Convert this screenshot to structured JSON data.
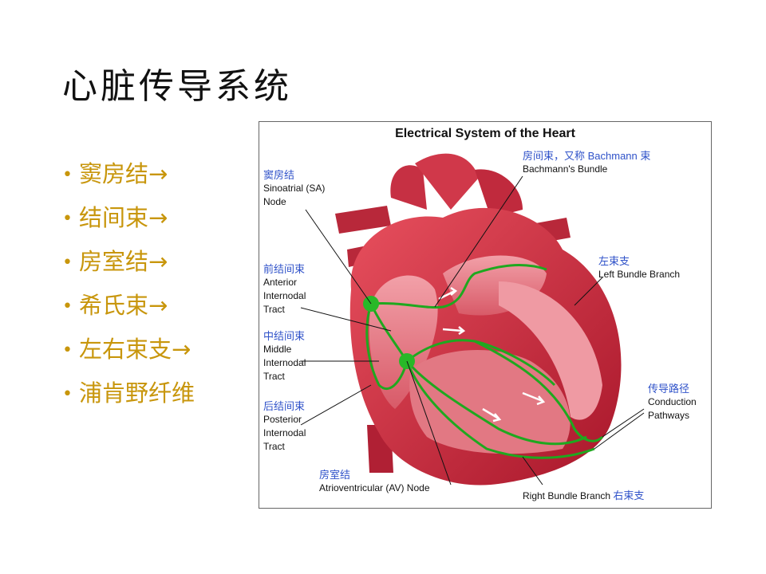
{
  "title": "心脏传导系统",
  "bullets": [
    "窦房结→",
    "结间束→",
    "房室结→",
    "希氏束→",
    "左右束支→",
    "浦肯野纤维"
  ],
  "figure": {
    "title": "Electrical System of the Heart",
    "labels": {
      "sa_cn": "窦房结",
      "sa_en1": "Sinoatrial (SA)",
      "sa_en2": "Node",
      "bach_cn": "房间束，又称 Bachmann 束",
      "bach_en": "Bachmann's Bundle",
      "ant_cn": "前结间束",
      "ant_en1": "Anterior",
      "ant_en2": "Internodal",
      "ant_en3": "Tract",
      "lbb_cn": "左束支",
      "lbb_en": "Left Bundle Branch",
      "mid_cn": "中结间束",
      "mid_en1": "Middle",
      "mid_en2": "Internodal",
      "mid_en3": "Tract",
      "post_cn": "后结间束",
      "post_en1": "Posterior",
      "post_en2": "Internodal",
      "post_en3": "Tract",
      "cond_cn": "传导路径",
      "cond_en1": "Conduction",
      "cond_en2": "Pathways",
      "av_cn": "房室结",
      "av_en": "Atrioventricular (AV) Node",
      "rbb_en": "Right Bundle Branch",
      "rbb_cn": "右束支"
    }
  },
  "colors": {
    "title": "#111111",
    "bullet_text": "#c8960c",
    "label_cn": "#2f52c9",
    "pathway": "#1fa81f",
    "heart": "#c8283a"
  }
}
